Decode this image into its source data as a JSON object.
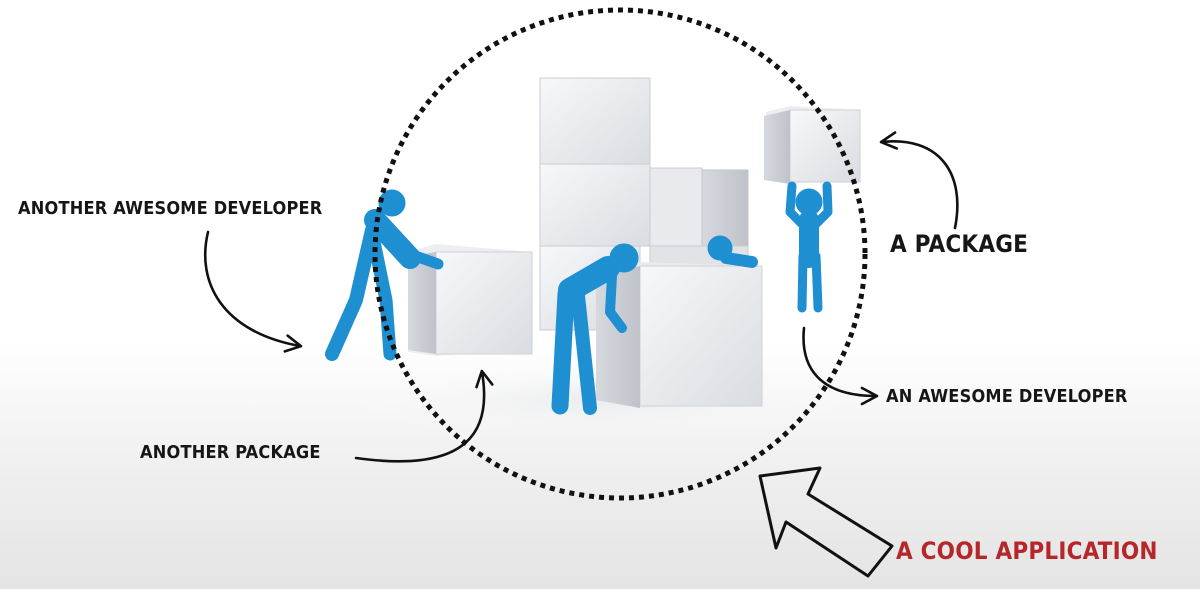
{
  "labels": {
    "another_developer": "ANOTHER AWESOME DEVELOPER",
    "a_package": "A PACKAGE",
    "awesome_developer": "AN AWESOME DEVELOPER",
    "another_package": "ANOTHER PACKAGE",
    "cool_application": "A COOL APPLICATION"
  },
  "colors": {
    "figure_blue": "#1e90d2",
    "box_light": "#f4f5f7",
    "box_mid": "#dcdee2",
    "box_dark": "#c4c7cc",
    "accent_red": "#b5272a",
    "ink": "#161616"
  }
}
